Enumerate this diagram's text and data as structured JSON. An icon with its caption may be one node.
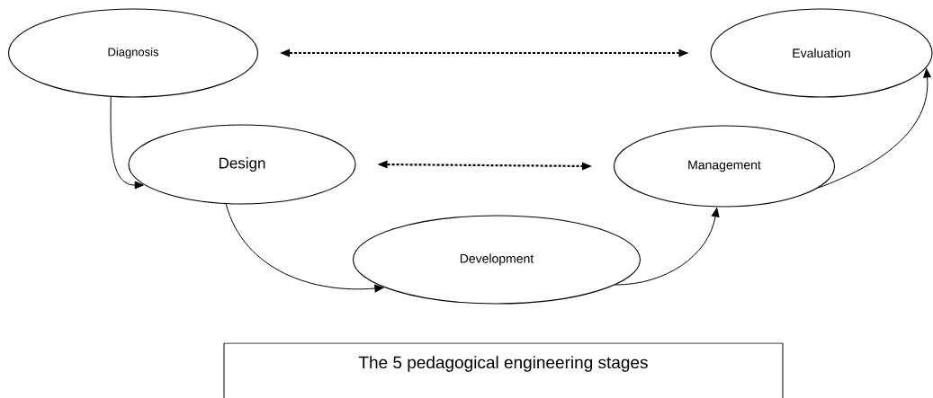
{
  "diagram": {
    "nodes": [
      {
        "text": [
          "Diagnosis"
        ]
      },
      {
        "text": [
          "Design"
        ]
      },
      {
        "text": [
          "Development"
        ]
      },
      {
        "text": [
          "Management"
        ]
      },
      {
        "text": [
          "Evaluation"
        ]
      },
      {
        "text": [
          "The 5 pedagogical engineering stages"
        ]
      }
    ],
    "edges": [
      {
        "from": 0,
        "to": 1,
        "arrow": "to"
      },
      {
        "from": 1,
        "to": 2,
        "arrow": "to"
      },
      {
        "from": 2,
        "to": 3,
        "arrow": "to"
      },
      {
        "from": 3,
        "to": 4,
        "arrow": "to"
      },
      {
        "from": 0,
        "to": 4,
        "arrow": "both",
        "style": "dashed"
      },
      {
        "from": 1,
        "to": 3,
        "arrow": "both",
        "style": "dashed"
      }
    ]
  }
}
